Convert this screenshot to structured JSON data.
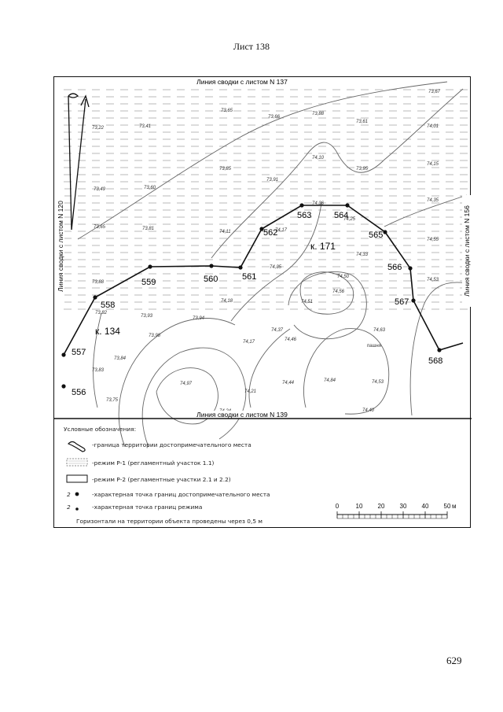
{
  "sheet": {
    "title": "Лист 138",
    "page_number": "629"
  },
  "map": {
    "edge_top": "Линия сводки с листом N 137",
    "edge_left": "Линия сводки с листом N 120",
    "edge_right": "Линия сводки с листом N 156",
    "edge_bottom": "Линия сводки с листом N 139",
    "parcels": [
      {
        "id": "p134",
        "label": "к. 134"
      },
      {
        "id": "p171",
        "label": "к. 171"
      }
    ],
    "points": [
      "557",
      "558",
      "559",
      "560",
      "561",
      "562",
      "563",
      "564",
      "565",
      "566",
      "567",
      "568",
      "556"
    ],
    "land_label": "пашня",
    "elevations": [
      "73,67",
      "73,65",
      "73,66",
      "73,88",
      "73,22",
      "73,41",
      "73,61",
      "74,01",
      "74,10",
      "73,95",
      "74,15",
      "73,49",
      "73,60",
      "73,85",
      "73,91",
      "74,36",
      "74,35",
      "74,25",
      "73,65",
      "73,81",
      "74,11",
      "74,17",
      "74,55",
      "74,33",
      "73,88",
      "74,35",
      "74,50",
      "74,53",
      "74,18",
      "74,51",
      "74,56",
      "73,82",
      "73,93",
      "73,94",
      "74,37",
      "74,63",
      "73,98",
      "74,17",
      "74,46",
      "73,84",
      "74,97",
      "74,44",
      "74,84",
      "74,53",
      "73,83",
      "74,21",
      "73,75",
      "74,24",
      "74,40"
    ]
  },
  "legend": {
    "title": "Условные обозначения:",
    "items": [
      "-граница территории достопримечательного места",
      "-режим Р-1 (регламентный участок 1.1)",
      "-режим Р-2 (регламентные участки 2.1 и 2.2)",
      "-характерная точка границ достопримечательного места",
      "-характерная точка границ режима"
    ],
    "point_marker": "2",
    "footnote": "Горизонтали на территории объекта проведены через 0,5 м",
    "scale_ticks": [
      "0",
      "10",
      "20",
      "30",
      "40",
      "50"
    ],
    "scale_unit": "м"
  }
}
